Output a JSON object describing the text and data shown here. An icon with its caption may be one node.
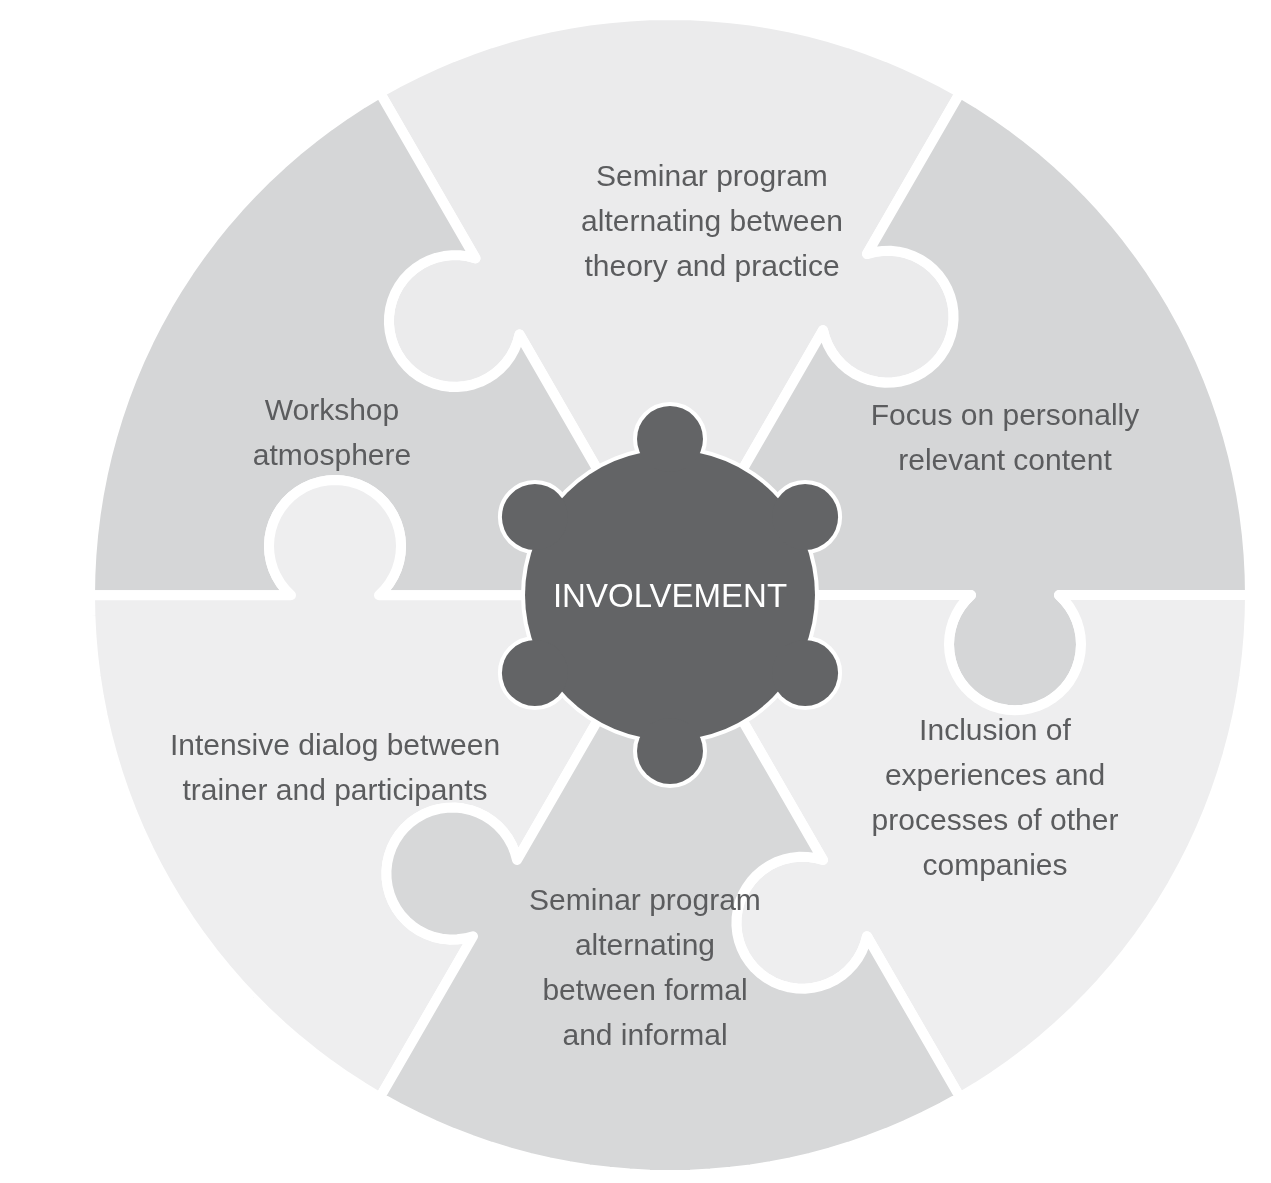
{
  "diagram": {
    "nodes": [
      {
        "text": [
          "Seminar program alternating between theory and practice"
        ]
      },
      {
        "text": [
          "Workshop atmosphere"
        ]
      },
      {
        "text": [
          "Focus on personally relevant content"
        ]
      },
      {
        "text": [
          "INVOLVEMENT"
        ]
      },
      {
        "text": [
          "Intensive dialog between trainer and participants"
        ]
      },
      {
        "text": [
          "Inclusion of experiences and processes of other companies"
        ]
      },
      {
        "text": [
          "Seminar program alternating between formal and informal"
        ]
      }
    ]
  }
}
